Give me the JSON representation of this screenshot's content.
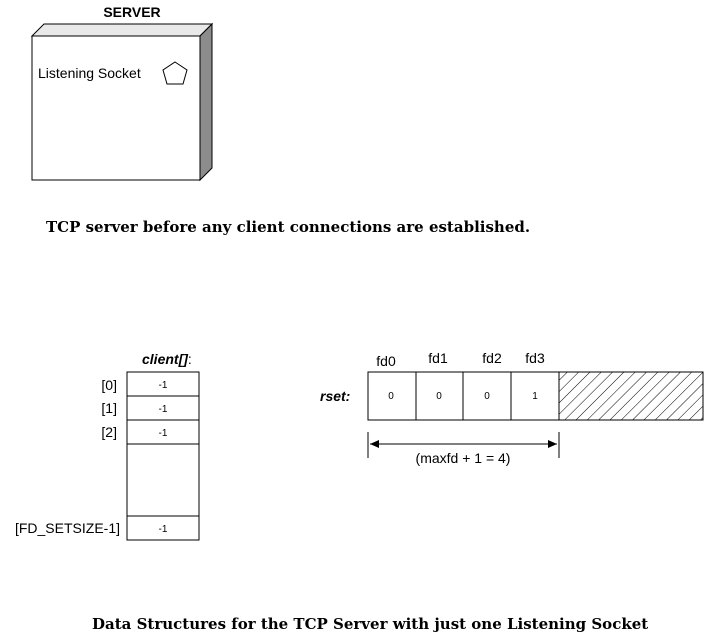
{
  "server": {
    "title": "SERVER",
    "socket_label": "Listening Socket",
    "socket_icon": "pentagon-icon"
  },
  "caption_top": "TCP server before any client connections are established.",
  "client": {
    "title": "client[]",
    "title_suffix": ":",
    "rows": [
      {
        "index": "[0]",
        "value": "-1"
      },
      {
        "index": "[1]",
        "value": "-1"
      },
      {
        "index": "[2]",
        "value": "-1"
      }
    ],
    "last_row": {
      "index": "[FD_SETSIZE-1]",
      "value": "-1"
    }
  },
  "rset": {
    "label": "rset:",
    "headers": [
      "fd0",
      "fd1",
      "fd2",
      "fd3"
    ],
    "bits": [
      "0",
      "0",
      "0",
      "1"
    ],
    "range_label": "(maxfd + 1 = 4)"
  },
  "caption_bottom": "Data Structures for the TCP Server with just one Listening Socket"
}
